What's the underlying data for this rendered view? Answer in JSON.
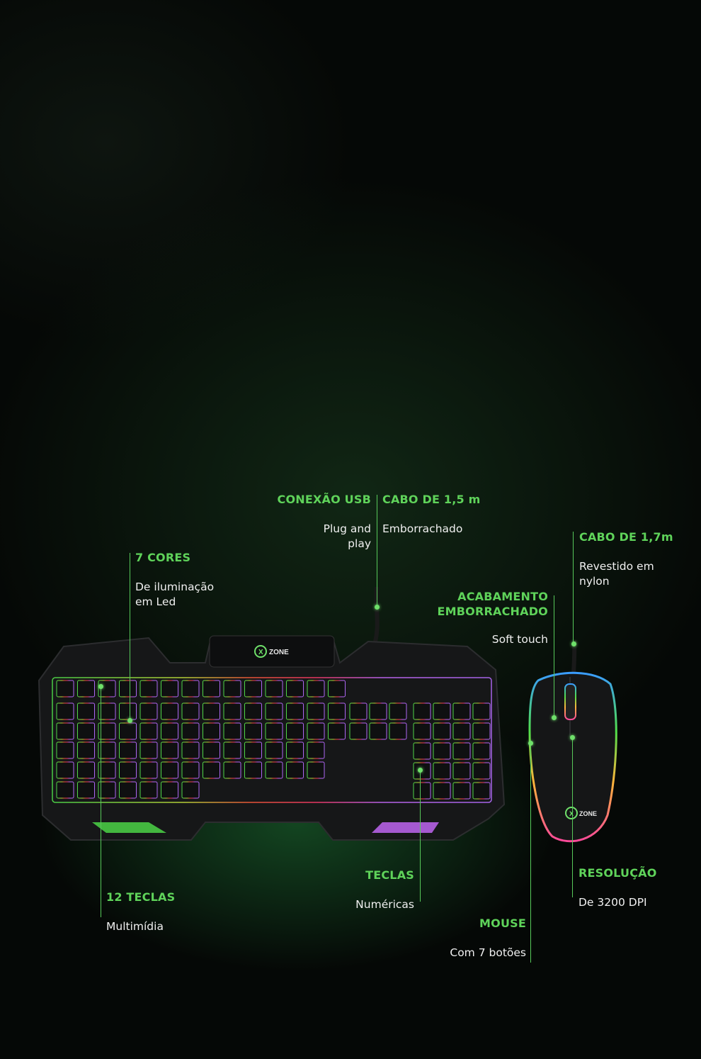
{
  "brand": {
    "logo": "X ZONE"
  },
  "callouts": {
    "usb": {
      "title": "CONEXÃO USB",
      "line1": "Plug and",
      "line2": "play"
    },
    "cable15": {
      "title": "CABO DE 1,5 m",
      "text": "Emborrachado"
    },
    "cable17": {
      "title": "CABO DE 1,7m",
      "line1": "Revestido em",
      "line2": "nylon"
    },
    "colors": {
      "title": "7 CORES",
      "line1": "De iluminação",
      "line2": "em Led"
    },
    "finish": {
      "title1": "ACABAMENTO",
      "title2": "EMBORRACHADO",
      "text": "Soft touch"
    },
    "multimedia": {
      "title": "12 TECLAS",
      "text": "Multimídia"
    },
    "numeric": {
      "title": "TECLAS",
      "text": "Numéricas"
    },
    "mouse": {
      "title": "MOUSE",
      "text": "Com 7 botões"
    },
    "resolution": {
      "title": "RESOLUÇÃO",
      "text": "De 3200 DPI"
    }
  },
  "colors": {
    "accent": "#5fd35a",
    "background": "#050806"
  }
}
